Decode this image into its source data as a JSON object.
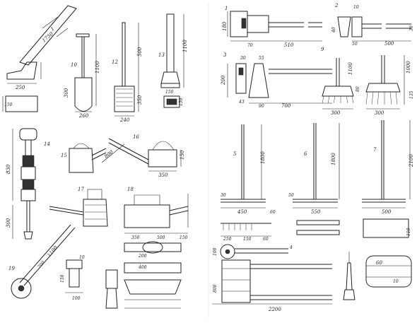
{
  "dimensions": {
    "spade": [
      "10",
      "1100",
      "300",
      "260"
    ],
    "flat_shovel": [
      "12",
      "500",
      "350",
      "240"
    ],
    "scoop": [
      "13",
      "1100",
      "150",
      "150"
    ],
    "tool_18": [
      "1",
      "1750",
      "250",
      "150"
    ],
    "sledge1": [
      "1",
      "180",
      "510",
      "70"
    ],
    "sledge2": [
      "2",
      "10",
      "40",
      "50",
      "500",
      "30"
    ],
    "axe": [
      "3",
      "200",
      "30",
      "55",
      "43",
      "90",
      "700"
    ],
    "brush": [
      "9",
      "1000",
      "300",
      "1100",
      "80",
      "300",
      "135"
    ],
    "rammer": [
      "14",
      "830",
      "300"
    ],
    "can15": [
      "15",
      "800"
    ],
    "can16": [
      "16",
      "350",
      "150"
    ],
    "can17": [
      "17"
    ],
    "tank": [
      "18",
      "350",
      "500",
      "200",
      "400",
      "150"
    ],
    "rake5": [
      "5",
      "1800",
      "450",
      "60",
      "30"
    ],
    "rake6": [
      "6",
      "1800",
      "550",
      "50"
    ],
    "rake7": [
      "7",
      "2100",
      "500",
      "110"
    ],
    "roller": [
      "19",
      "10",
      "150",
      "100",
      "1100",
      "700"
    ],
    "bottom_mid": [
      "250",
      "150",
      "60",
      "4",
      "100",
      "800",
      "2200"
    ],
    "bottom_right": [
      "60",
      "10"
    ]
  }
}
